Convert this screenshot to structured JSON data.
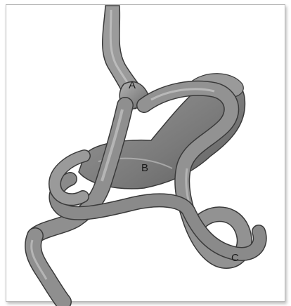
{
  "labels": {
    "a": "A",
    "b": "B",
    "c": "C"
  },
  "colors": {
    "tissue": "#8c8c8c",
    "tissue_dark": "#5e5e5e",
    "tissue_light": "#c4c4c4",
    "outline": "#3a3a3a",
    "staple": "#2a2a2a",
    "background": "#ffffff"
  }
}
